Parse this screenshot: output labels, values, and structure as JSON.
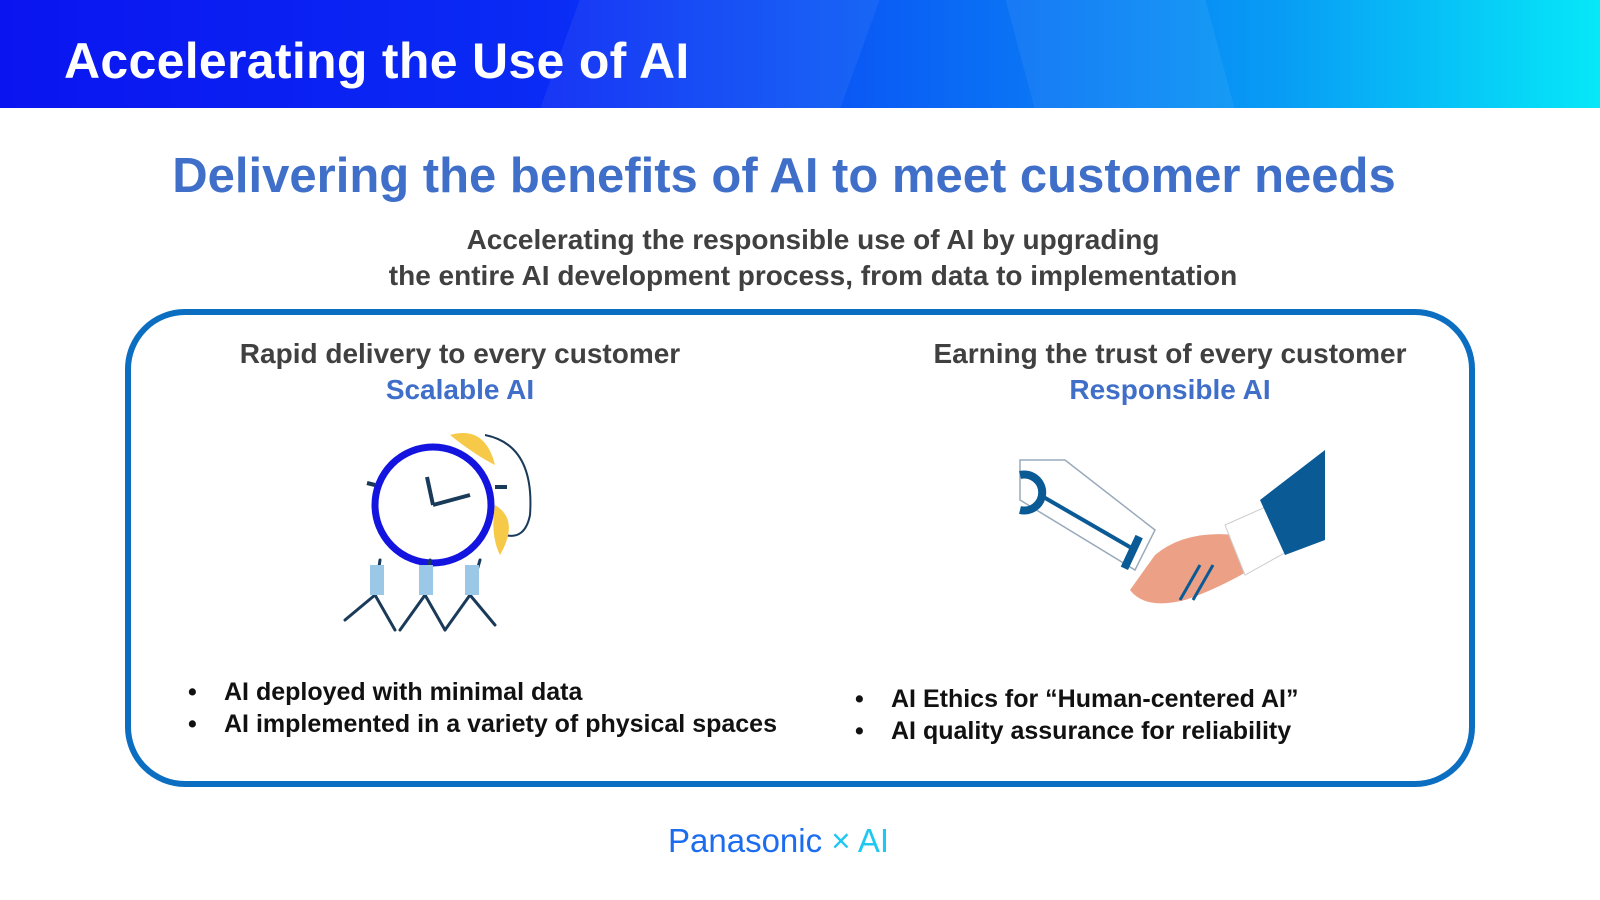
{
  "header": {
    "title": "Accelerating the Use of AI"
  },
  "headline": "Delivering the benefits of AI to meet customer needs",
  "subtitle": {
    "line1": "Accelerating the responsible use of AI by upgrading",
    "line2": "the entire AI development process, from data to implementation"
  },
  "left": {
    "title": "Rapid delivery to every customer",
    "subtitle": "Scalable AI",
    "bullets": [
      "AI deployed with minimal data",
      "AI implemented in a variety of physical spaces"
    ],
    "icon": "alarm-clock-people-illustration"
  },
  "right": {
    "title": "Earning the trust of every customer",
    "subtitle": "Responsible AI",
    "bullets": [
      "AI Ethics for “Human-centered AI”",
      "AI quality assurance for reliability"
    ],
    "icon": "robot-human-handshake-illustration"
  },
  "footer": {
    "brand": "Panasonic",
    "times": "×",
    "ai": "AI"
  },
  "colors": {
    "accent": "#3f6fc8",
    "border": "#0b6ec0",
    "text": "#404040"
  }
}
